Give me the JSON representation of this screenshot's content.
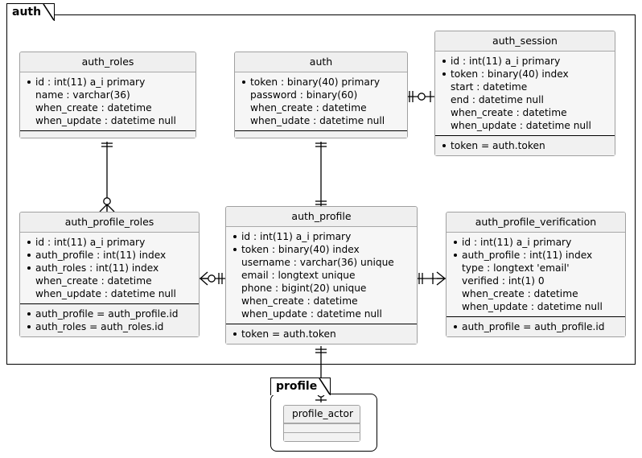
{
  "diagram": {
    "type": "er-diagram",
    "packages": [
      {
        "name": "auth"
      },
      {
        "name": "profile"
      }
    ],
    "entities": [
      {
        "id": "auth_roles",
        "name": "auth_roles",
        "columns": [
          {
            "text": "id : int(11) a_i primary",
            "key": true
          },
          {
            "text": "name : varchar(36)",
            "key": false
          },
          {
            "text": "when_create : datetime",
            "key": false
          },
          {
            "text": "when_update : datetime null",
            "key": false
          }
        ],
        "constraints": []
      },
      {
        "id": "auth",
        "name": "auth",
        "columns": [
          {
            "text": "token : binary(40) primary",
            "key": true
          },
          {
            "text": "password : binary(60)",
            "key": false
          },
          {
            "text": "when_create : datetime",
            "key": false
          },
          {
            "text": "when_udate : datetime null",
            "key": false
          }
        ],
        "constraints": []
      },
      {
        "id": "auth_session",
        "name": "auth_session",
        "columns": [
          {
            "text": "id : int(11) a_i primary",
            "key": true
          },
          {
            "text": "token : binary(40) index",
            "key": true
          },
          {
            "text": "start : datetime",
            "key": false
          },
          {
            "text": "end : datetime null",
            "key": false
          },
          {
            "text": "when_create : datetime",
            "key": false
          },
          {
            "text": "when_update : datetime null",
            "key": false
          }
        ],
        "constraints": [
          {
            "text": "token = auth.token",
            "key": true
          }
        ]
      },
      {
        "id": "auth_profile_roles",
        "name": "auth_profile_roles",
        "columns": [
          {
            "text": "id : int(11) a_i primary",
            "key": true
          },
          {
            "text": "auth_profile : int(11) index",
            "key": true
          },
          {
            "text": "auth_roles : int(11) index",
            "key": true
          },
          {
            "text": "when_create : datetime",
            "key": false
          },
          {
            "text": "when_update : datetime null",
            "key": false
          }
        ],
        "constraints": [
          {
            "text": "auth_profile = auth_profile.id",
            "key": true
          },
          {
            "text": "auth_roles = auth_roles.id",
            "key": true
          }
        ]
      },
      {
        "id": "auth_profile",
        "name": "auth_profile",
        "columns": [
          {
            "text": "id : int(11) a_i primary",
            "key": true
          },
          {
            "text": "token : binary(40) index",
            "key": true
          },
          {
            "text": "username : varchar(36) unique",
            "key": false
          },
          {
            "text": "email : longtext unique",
            "key": false
          },
          {
            "text": "phone : bigint(20) unique",
            "key": false
          },
          {
            "text": "when_create : datetime",
            "key": false
          },
          {
            "text": "when_update : datetime null",
            "key": false
          }
        ],
        "constraints": [
          {
            "text": "token = auth.token",
            "key": true
          }
        ]
      },
      {
        "id": "auth_profile_verification",
        "name": "auth_profile_verification",
        "columns": [
          {
            "text": "id : int(11) a_i primary",
            "key": true
          },
          {
            "text": "auth_profile : int(11) index",
            "key": true
          },
          {
            "text": "type : longtext 'email'",
            "key": false
          },
          {
            "text": "verified : int(1) 0",
            "key": false
          },
          {
            "text": "when_create : datetime",
            "key": false
          },
          {
            "text": "when_update : datetime null",
            "key": false
          }
        ],
        "constraints": [
          {
            "text": "auth_profile = auth_profile.id",
            "key": true
          }
        ]
      },
      {
        "id": "profile_actor",
        "name": "profile_actor",
        "columns": [],
        "constraints": []
      }
    ],
    "relationships": [
      {
        "from": "auth",
        "to": "auth_session",
        "left": "one",
        "right": "zero-or-one"
      },
      {
        "from": "auth_roles",
        "to": "auth_profile_roles",
        "left": "one",
        "right": "zero-or-many"
      },
      {
        "from": "auth",
        "to": "auth_profile",
        "left": "one",
        "right": "one"
      },
      {
        "from": "auth_profile_roles",
        "to": "auth_profile",
        "left": "zero-or-many",
        "right": "one"
      },
      {
        "from": "auth_profile",
        "to": "auth_profile_verification",
        "left": "one",
        "right": "one-or-many"
      },
      {
        "from": "auth_profile",
        "to": "profile_actor",
        "left": "one",
        "right": "zero-or-one"
      }
    ]
  },
  "colors": {
    "entity_header": "#EFEFEF",
    "entity_body": "#F6F6F6",
    "entity_border": "#A0A0A0",
    "line": "#000000",
    "background": "#FFFFFF"
  }
}
